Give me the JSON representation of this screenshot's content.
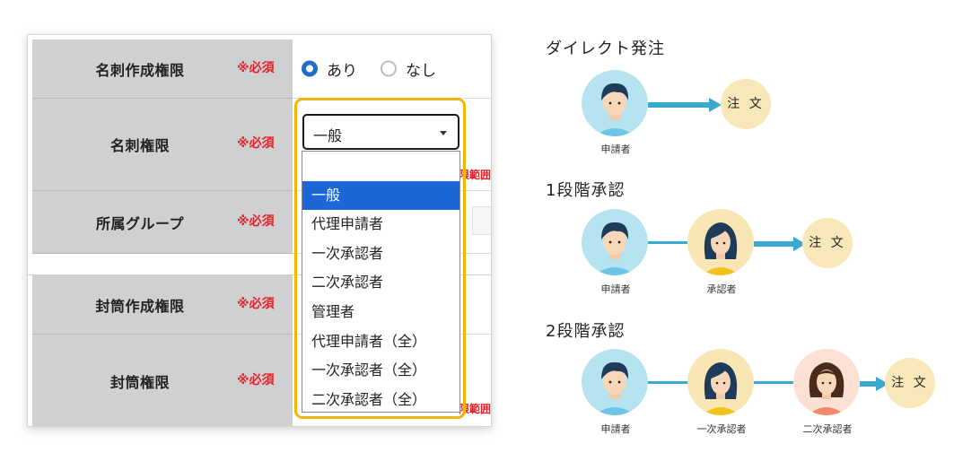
{
  "form": {
    "rows": [
      {
        "label": "名刺作成権限",
        "required": "※必須"
      },
      {
        "label": "名刺権限",
        "required": "※必須"
      },
      {
        "label": "所属グループ",
        "required": "※必須"
      },
      {
        "label": "封筒作成権限",
        "required": "※必須"
      },
      {
        "label": "封筒権限",
        "required": "※必須"
      }
    ],
    "radio": {
      "yes": "あり",
      "no": "なし",
      "selected": "あり"
    },
    "hint_text": "限範囲",
    "select": {
      "value": "一般",
      "options": [
        "",
        "一般",
        "代理申請者",
        "一次承認者",
        "二次承認者",
        "管理者",
        "代理申請者（全）",
        "一次承認者（全）",
        "二次承認者（全）"
      ],
      "selected_option": "一般"
    }
  },
  "flows": [
    {
      "title": "ダイレクト発注",
      "roles": [
        "申請者"
      ],
      "end": "注 文"
    },
    {
      "title": "1段階承認",
      "roles": [
        "申請者",
        "承認者"
      ],
      "end": "注 文"
    },
    {
      "title": "2段階承認",
      "roles": [
        "申請者",
        "一次承認者",
        "二次承認者"
      ],
      "end": "注 文"
    }
  ],
  "colors": {
    "required": "#e4232b",
    "radio_accent": "#1f6ec4",
    "highlight_border": "#f2b705",
    "option_selected": "#1c66d6",
    "arrow": "#3aa9cf",
    "order_circle": "#f7e7b9"
  }
}
